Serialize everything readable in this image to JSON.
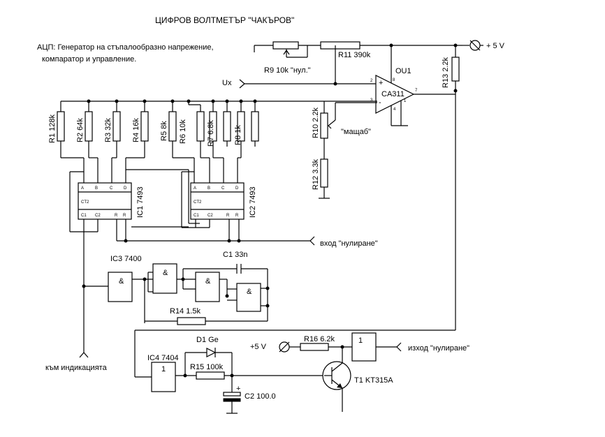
{
  "title": "ЦИФРОВ  ВОЛТМЕТЪР  \"ЧАКЪРОВ\"",
  "description_line1": "АЦП: Генератор на стъпалообразно напрежение,",
  "description_line2": "компаратор и управление.",
  "supply_top": "+ 5 V",
  "supply_bottom": "+5 V",
  "input_label": "Ux",
  "comparator": {
    "ref": "OU1",
    "type": "CA311",
    "pin2": "2",
    "pin3": "3",
    "pin8": "8",
    "pin7": "7",
    "pin4": "4",
    "pin1": "1",
    "plus": "+",
    "minus": "-"
  },
  "resistors": {
    "r9": "R9 10k \"нул.\"",
    "r11": "R11 390k",
    "r13": "R13 2.2k",
    "r10": "R10 2.2k",
    "r12": "R12 3.3k",
    "r1": "R1 128k",
    "r2": "R2 64k",
    "r3": "R3 32k",
    "r4": "R4 16k",
    "r5": "R5 8k",
    "r6": "R6 10k",
    "r7": "R7 6.8k",
    "r8": "R8 1k",
    "r14": "R14 1.5k",
    "r15": "R15 100k",
    "r16": "R16 6.2k"
  },
  "scale_label": "\"мащаб\"",
  "ic1": {
    "label": "IC1 7493",
    "name": "CT2",
    "outs": [
      "A",
      "B",
      "C",
      "D"
    ],
    "ins": [
      "C1",
      "C2",
      "R",
      "R"
    ]
  },
  "ic2": {
    "label": "IC2 7493",
    "name": "CT2",
    "outs": [
      "A",
      "B",
      "C",
      "D"
    ],
    "ins": [
      "C1",
      "C2",
      "R",
      "R"
    ]
  },
  "ic3": {
    "label": "IC3 7400",
    "gate": "&"
  },
  "ic4": {
    "label": "IC4 7404",
    "gate": "1"
  },
  "reset_in": "вход \"нулиране\"",
  "reset_out": "изход \"нулиране\"",
  "to_display": "към индикацията",
  "c1": "C1 33n",
  "c2": "C2 100.0",
  "c2_plus": "+",
  "d1": "D1 Ge",
  "t1": "T1 KT315A",
  "out_gate": "1"
}
